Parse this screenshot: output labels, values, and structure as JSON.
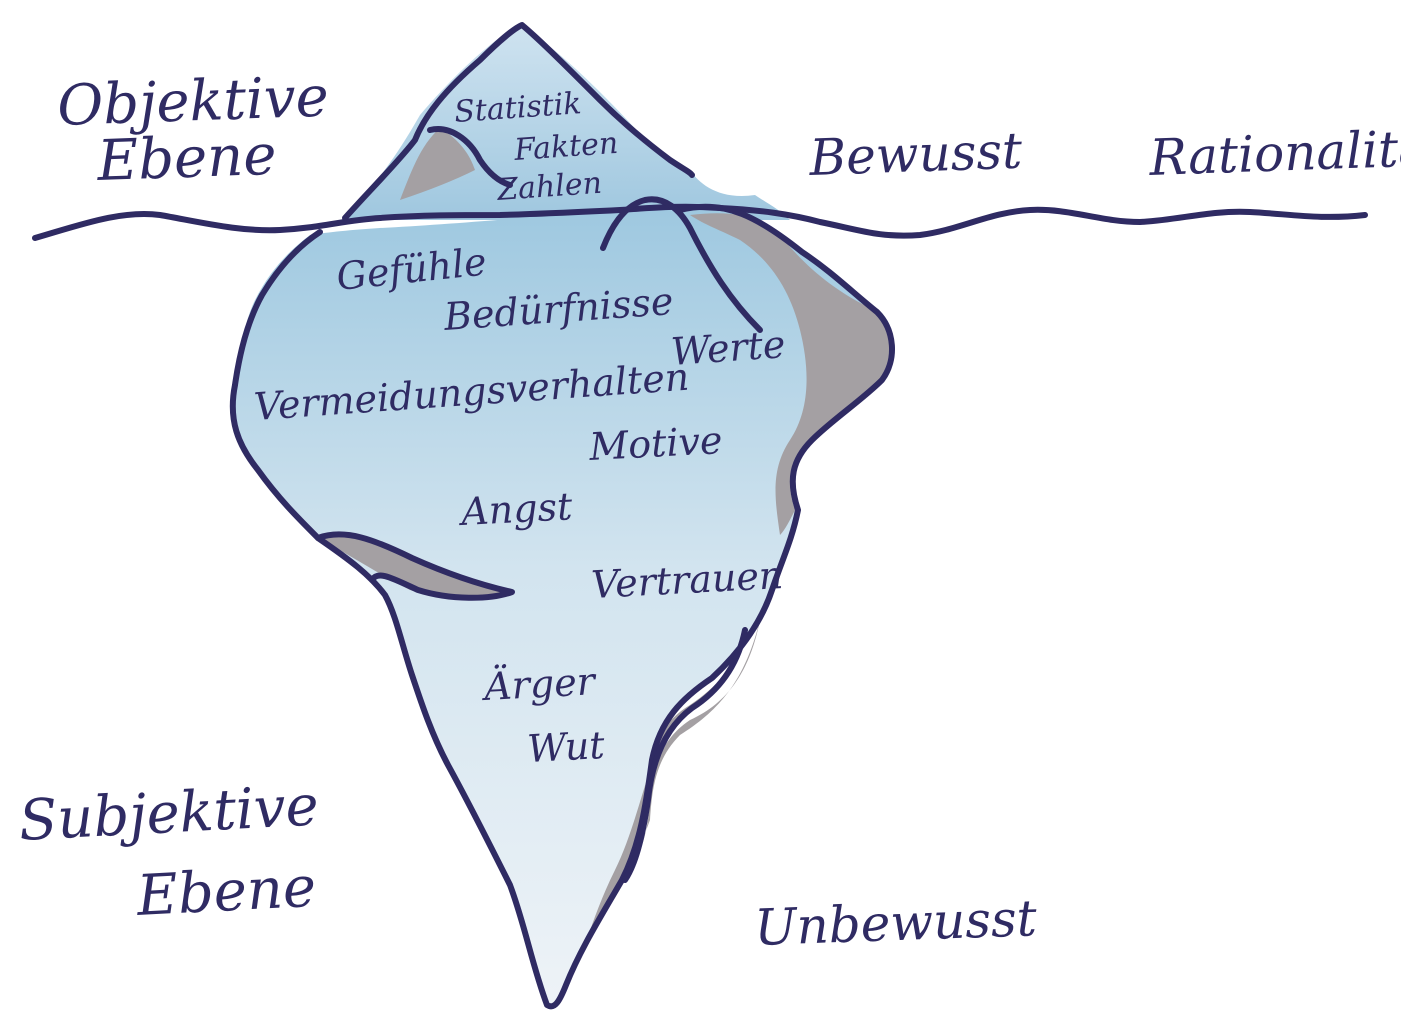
{
  "colors": {
    "ink": "#2f2b63",
    "ice_light": "#e6eef5",
    "ice_blue": "#a9cfe4",
    "shadow_gray": "#a4a0a3",
    "background": "#ffffff"
  },
  "left_labels": {
    "top": "Objektive\nEbene",
    "bottom": "Subjektive\nEbene"
  },
  "right_labels": {
    "top_conscious": "Bewusst",
    "top_rationality": "Rationalität",
    "bottom_unconscious": "Unbewusst"
  },
  "above_water": [
    "Statistik",
    "Fakten",
    "Zahlen"
  ],
  "below_water": [
    "Gefühle",
    "Bedürfnisse",
    "Werte",
    "Vermeidungsverhalten",
    "Motive",
    "Angst",
    "Vertrauen",
    "Ärger",
    "Wut"
  ]
}
